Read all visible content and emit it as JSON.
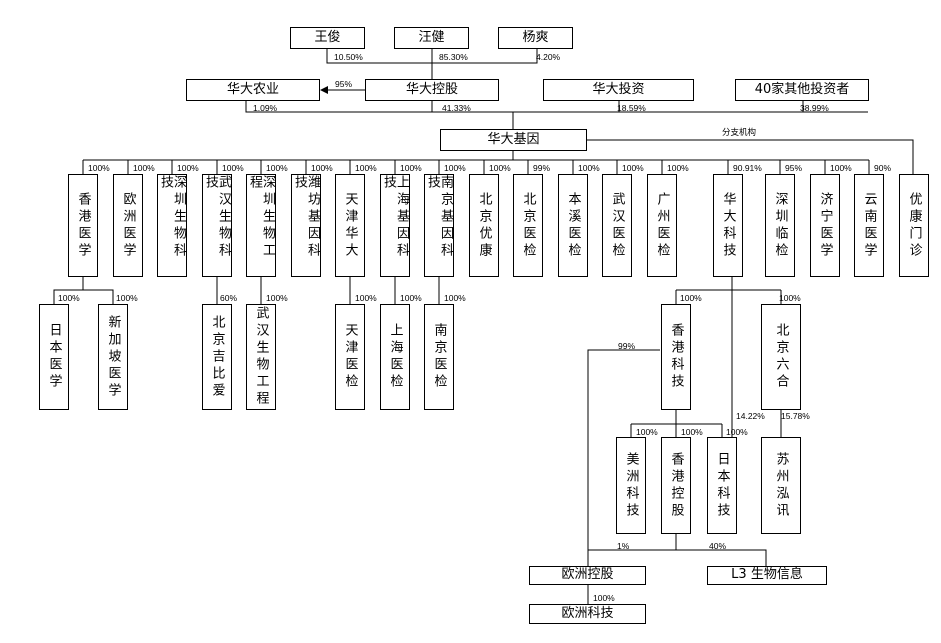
{
  "nodes": {
    "wang_jun": "王俊",
    "wang_jian": "汪健",
    "yang_shuang": "杨爽",
    "bgi_agri": "华大农业",
    "bgi_holding": "华大控股",
    "bgi_invest": "华大投资",
    "other_40": "40家其他投资者",
    "bgi_genomics": "华大基因",
    "hk_medical": "香港医学",
    "eu_medical": "欧洲医学",
    "sz_biotech": "深圳生物科技",
    "wh_biotech": "武汉生物科技",
    "sz_bioeng": "深圳生物工程",
    "weifang": "潍坊基因科技",
    "tj_bgi": "天津华大",
    "sh_gene": "上海基因科技",
    "nj_gene": "南京基因科技",
    "bj_youkang": "北京优康",
    "bj_lab": "北京医检",
    "bx_lab": "本溪医检",
    "wh_lab": "武汉医检",
    "gz_lab": "广州医检",
    "bgi_tech": "华大科技",
    "sz_clinic": "深圳临检",
    "jn_medical": "济宁医学",
    "yn_medical": "云南医学",
    "youkang_clinic": "优康门诊",
    "jp_medical": "日本医学",
    "sg_medical": "新加坡医学",
    "bj_jibiai": "北京吉比爱",
    "wh_bioeng": "武汉生物工程",
    "tj_lab": "天津医检",
    "sh_lab": "上海医检",
    "nj_lab": "南京医检",
    "hk_tech": "香港科技",
    "bj_liuhe": "北京六合",
    "us_tech": "美洲科技",
    "hk_holding": "香港控股",
    "jp_tech": "日本科技",
    "sz_hongxun": "苏州泓讯",
    "eu_holding": "欧洲控股",
    "l3_bio": "L3 生物信息",
    "eu_tech": "欧洲科技"
  },
  "labels": {
    "wang_jun_pct": "10.50%",
    "wang_jian_pct": "85.30%",
    "yang_shuang_pct": "4.20%",
    "holding_to_agri_pct": "95%",
    "agri_pct": "1.09%",
    "holding_pct": "41.33%",
    "invest_pct": "18.59%",
    "other_pct": "38.99%",
    "branch_label": "分支机构",
    "hk_medical_pct": "100%",
    "eu_medical_pct": "100%",
    "sz_biotech_pct": "100%",
    "wh_biotech_pct": "100%",
    "sz_bioeng_pct": "100%",
    "weifang_pct": "100%",
    "tj_bgi_pct": "100%",
    "sh_gene_pct": "100%",
    "nj_gene_pct": "100%",
    "bj_youkang_pct": "100%",
    "bj_lab_pct": "99%",
    "bx_lab_pct": "100%",
    "wh_lab_pct": "100%",
    "gz_lab_pct": "100%",
    "bgi_tech_pct": "90.91%",
    "sz_clinic_pct": "95%",
    "jn_medical_pct": "100%",
    "yn_medical_pct": "90%",
    "jp_medical_pct": "100%",
    "sg_medical_pct": "100%",
    "bj_jibiai_pct": "60%",
    "wh_bioeng_pct": "100%",
    "tj_lab_pct": "100%",
    "sh_lab_pct": "100%",
    "nj_lab_pct": "100%",
    "hk_tech_pct": "100%",
    "bj_liuhe_pct": "100%",
    "eu_holding_from_hktech_pct": "99%",
    "us_tech_pct": "100%",
    "hk_holding_pct": "100%",
    "jp_tech_pct": "100%",
    "sz_hongxun_a_pct": "14.22%",
    "sz_hongxun_b_pct": "15.78%",
    "eu_holding_pct": "1%",
    "l3_pct": "40%",
    "eu_tech_pct": "100%"
  }
}
